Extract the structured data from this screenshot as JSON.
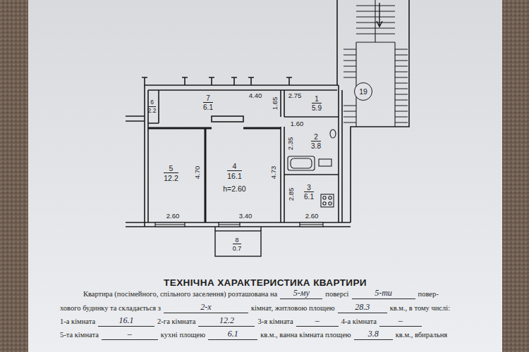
{
  "diagram": {
    "title": "ТЕХНІЧНА ХАРАКТЕРИСТИКА КВАРТИРИ",
    "nodes": [
      {
        "text": [
          "6",
          "2.2"
        ]
      },
      {
        "text": [
          "7",
          "6.1"
        ]
      },
      {
        "text": [
          "1",
          "5.9"
        ]
      },
      {
        "text": [
          "19"
        ]
      },
      {
        "text": [
          "2",
          "3.8"
        ]
      },
      {
        "text": [
          "5",
          "12.2"
        ]
      },
      {
        "text": [
          "4",
          "16.1",
          "h=2.60"
        ]
      },
      {
        "text": [
          "3",
          "6.1"
        ]
      },
      {
        "text": [
          "8",
          "0.7"
        ]
      }
    ],
    "labels": [
      "4.40",
      "1.65",
      "2.75",
      "1.60",
      "2.35",
      "4.70",
      "4.73",
      "2.85",
      "2.60",
      "3.40",
      "2.60",
      "Квартира (посімейного, спільного заселення) розташована на",
      "5-му",
      "поверсі",
      "5-ти",
      "повер-",
      "хового будинку та складається з",
      "2-х",
      "кімнат, житловою площею",
      "28.3",
      "кв.м., в тому числі:",
      "1-а кімната",
      "16.1",
      "2-га кімната",
      "12.2",
      "3-я кімната",
      "–",
      "4-а кімната",
      "–",
      "5-та кімната",
      "–",
      "кухні площею",
      "6.1",
      "кв.м., ванна кімната площею",
      "3.8",
      "кв.м., вбиральня"
    ]
  }
}
